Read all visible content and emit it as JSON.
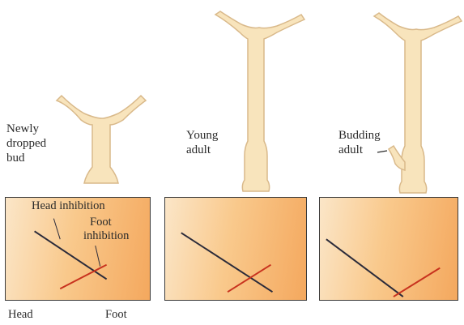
{
  "stages": [
    {
      "label_lines": [
        "Newly",
        "dropped",
        "bud"
      ]
    },
    {
      "label_lines": [
        "Young",
        "adult"
      ]
    },
    {
      "label_lines": [
        "Budding",
        "adult"
      ]
    }
  ],
  "plot_labels": {
    "head_inhibition": "Head inhibition",
    "foot_inhibition_line1": "Foot",
    "foot_inhibition_line2": "inhibition"
  },
  "axis": {
    "left": "Head",
    "right": "Foot"
  },
  "colors": {
    "head_line": "#2b2b3a",
    "foot_line": "#c8321e",
    "hydra_fill": "#f8e4bc",
    "hydra_stroke": "#d9b98a"
  }
}
